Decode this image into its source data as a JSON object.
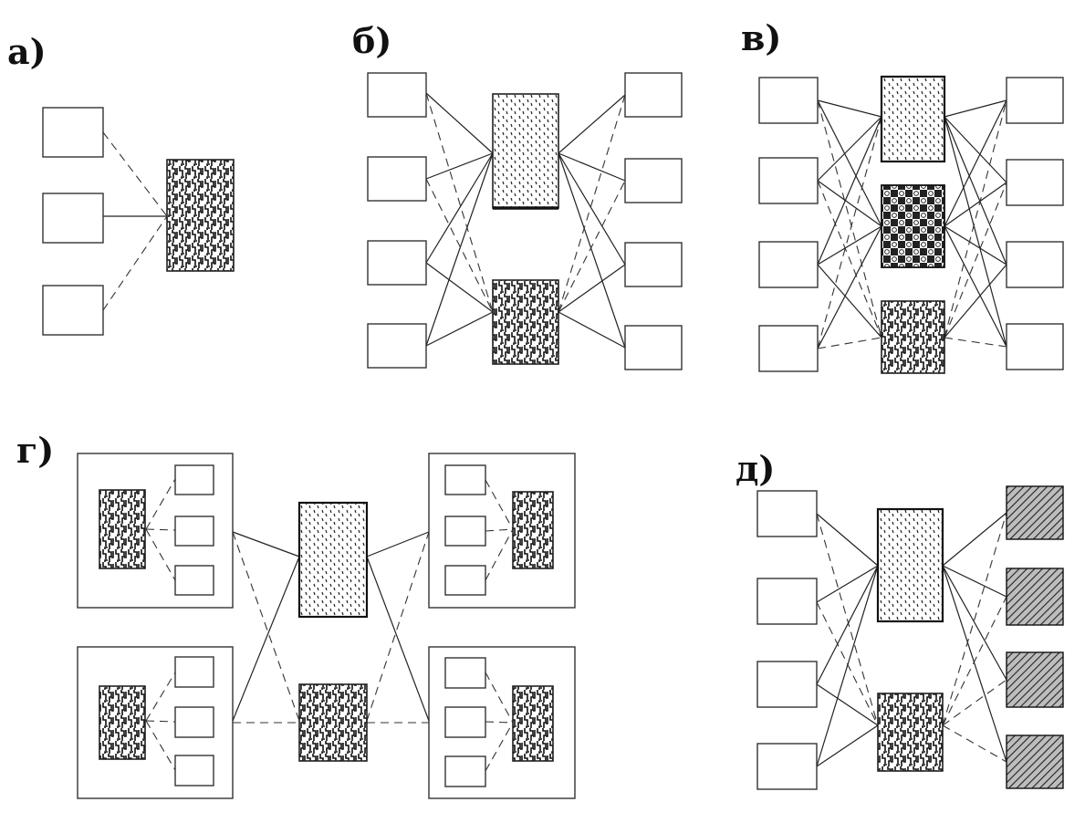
{
  "panels": [
    {
      "id": "a",
      "label": "а)"
    },
    {
      "id": "b",
      "label": "б)"
    },
    {
      "id": "v",
      "label": "в)"
    },
    {
      "id": "g",
      "label": "г)"
    },
    {
      "id": "d",
      "label": "д)"
    }
  ]
}
